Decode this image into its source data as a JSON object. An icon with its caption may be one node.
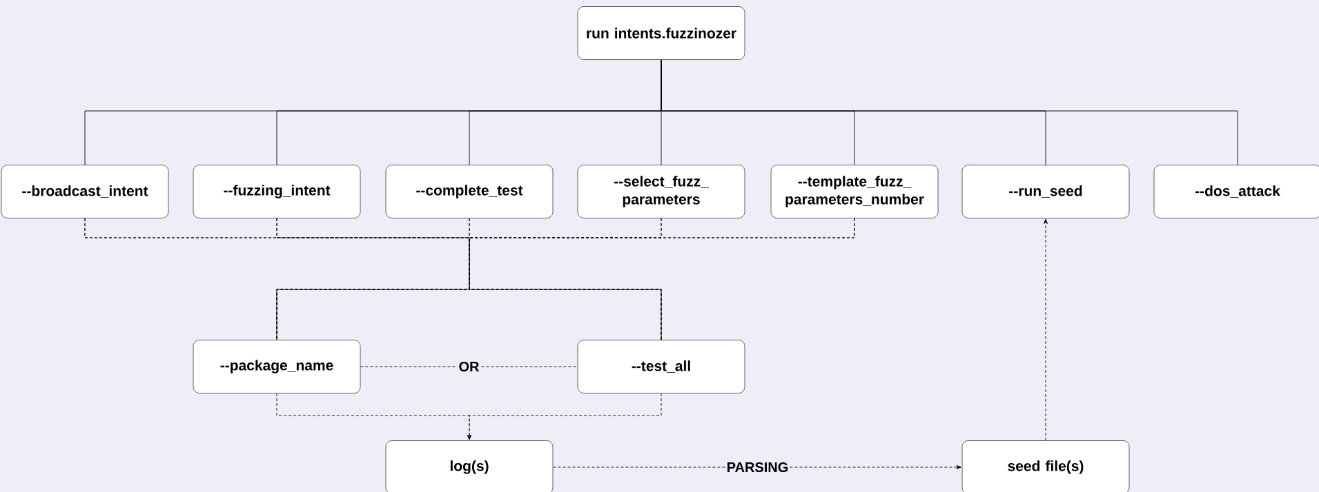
{
  "diagram": {
    "nodes": [
      {
        "text": [
          "run intents.fuzzinozer"
        ]
      },
      {
        "text": [
          "--broadcast_intent"
        ]
      },
      {
        "text": [
          "--fuzzing_intent"
        ]
      },
      {
        "text": [
          "--complete_test"
        ]
      },
      {
        "text": [
          "--select_fuzz_ parameters"
        ]
      },
      {
        "text": [
          "--template_fuzz_ parameters_number"
        ]
      },
      {
        "text": [
          "--run_seed"
        ]
      },
      {
        "text": [
          "--dos_attack"
        ]
      },
      {
        "text": [
          "--package_name"
        ]
      },
      {
        "text": [
          "--test_all"
        ]
      },
      {
        "text": [
          "log(s)"
        ]
      },
      {
        "text": [
          "seed file(s)"
        ]
      }
    ],
    "edges": [
      {
        "from": 0,
        "to": 1,
        "arrow": "none"
      },
      {
        "from": 0,
        "to": 2,
        "arrow": "none"
      },
      {
        "from": 0,
        "to": 3,
        "arrow": "none"
      },
      {
        "from": 0,
        "to": 4,
        "arrow": "none"
      },
      {
        "from": 0,
        "to": 5,
        "arrow": "none"
      },
      {
        "from": 0,
        "to": 6,
        "arrow": "none"
      },
      {
        "from": 0,
        "to": 7,
        "arrow": "none"
      },
      {
        "from": 1,
        "to": 8,
        "arrow": "none",
        "style": "dashed"
      },
      {
        "from": 1,
        "to": 9,
        "arrow": "none",
        "style": "dashed"
      },
      {
        "from": 2,
        "to": 8,
        "arrow": "none",
        "style": "dashed"
      },
      {
        "from": 2,
        "to": 9,
        "arrow": "none",
        "style": "dashed"
      },
      {
        "from": 3,
        "to": 8,
        "arrow": "none",
        "style": "dashed"
      },
      {
        "from": 3,
        "to": 9,
        "arrow": "none",
        "style": "dashed"
      },
      {
        "from": 4,
        "to": 8,
        "arrow": "none",
        "style": "dashed"
      },
      {
        "from": 4,
        "to": 9,
        "arrow": "none",
        "style": "dashed"
      },
      {
        "from": 5,
        "to": 8,
        "arrow": "none",
        "style": "dashed"
      },
      {
        "from": 5,
        "to": 9,
        "arrow": "none",
        "style": "dashed"
      },
      {
        "from": 8,
        "to": 9,
        "arrow": "none",
        "style": "dashed",
        "label": "OR"
      },
      {
        "from": 8,
        "to": 10,
        "arrow": "to",
        "style": "dashed"
      },
      {
        "from": 9,
        "to": 10,
        "arrow": "to",
        "style": "dashed"
      },
      {
        "from": 10,
        "to": 11,
        "arrow": "to",
        "style": "dashed",
        "label": "PARSING"
      },
      {
        "from": 11,
        "to": 6,
        "arrow": "to",
        "style": "dashed"
      }
    ]
  }
}
